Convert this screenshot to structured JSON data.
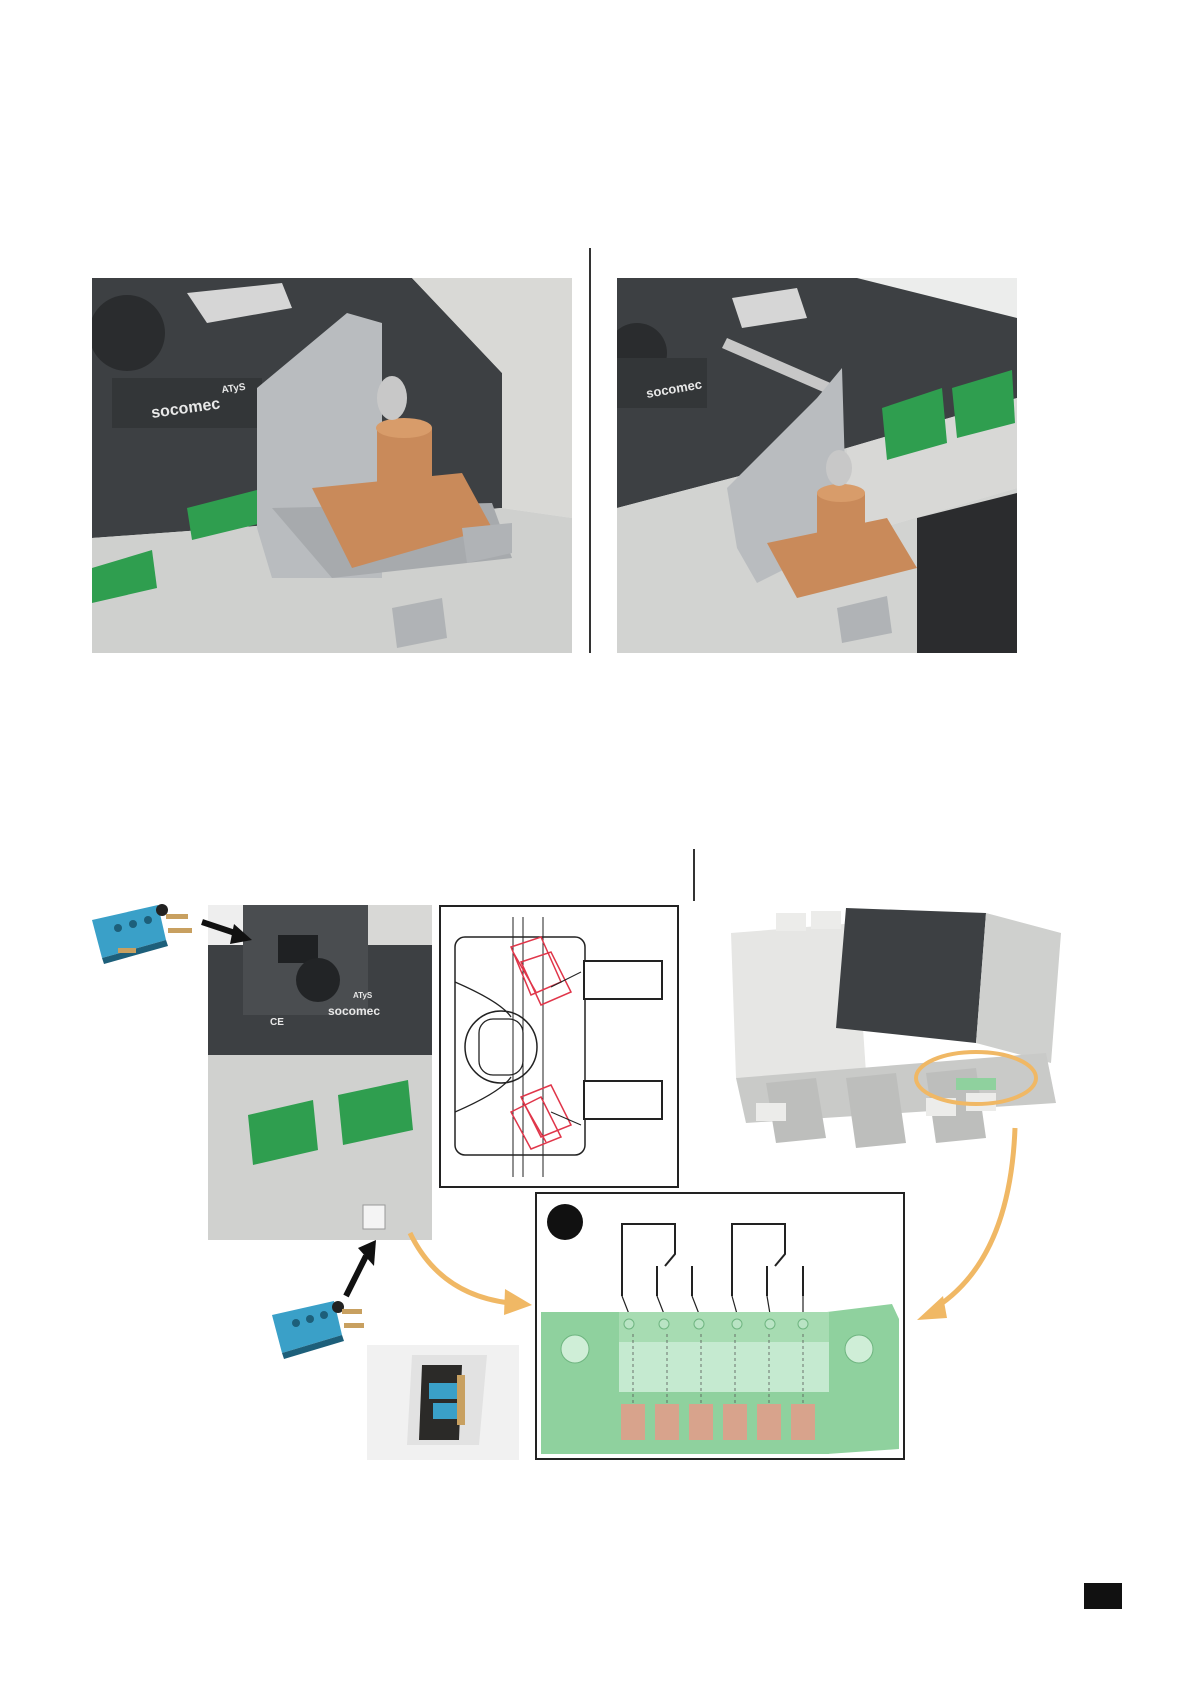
{
  "page": {
    "brand_text": "socomec",
    "product_text": "ATyS",
    "ce_mark": "CE",
    "page_number_box": ""
  },
  "colors": {
    "terminal_green": "#2f9e4f",
    "light_green": "#8fd19e",
    "copper": "#c98a5a",
    "device_dark": "#3d4043",
    "device_grey": "#d8d8d6",
    "steel": "#b9bcbf",
    "microswitch_blue": "#3aa0c8",
    "arrow_orange": "#f0b865",
    "schematic_red": "#e0364a"
  },
  "icons": [
    "microswitch-icon",
    "arrow-icon",
    "terminal-block-icon",
    "key-lock-icon"
  ]
}
